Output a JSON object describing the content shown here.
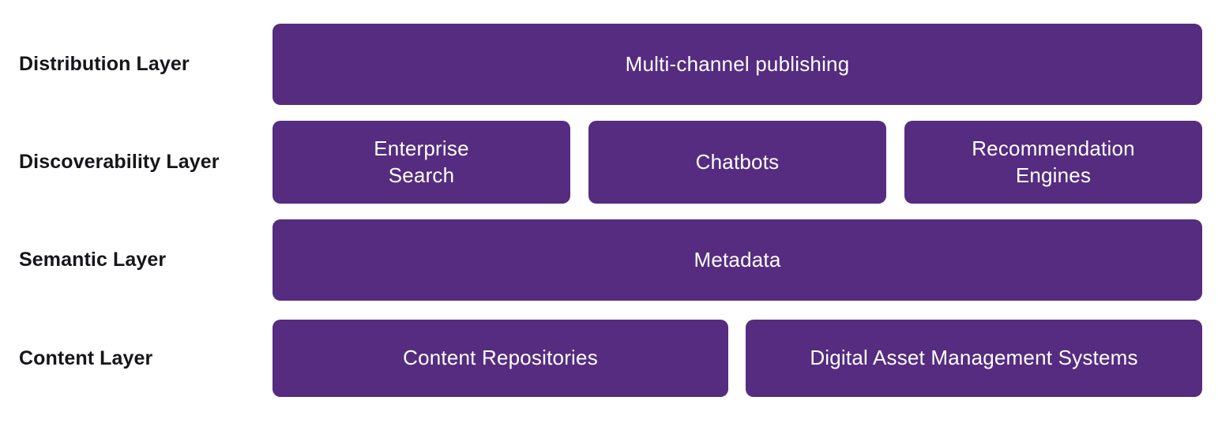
{
  "theme": {
    "background": "#ffffff",
    "box_fill": "#552c80",
    "box_text": "#ffffff",
    "label_text": "#16161a"
  },
  "layers": [
    {
      "label": "Distribution Layer",
      "boxes": [
        {
          "name": "multi-channel-publishing",
          "text": "Multi-channel publishing"
        }
      ]
    },
    {
      "label": "Discoverability Layer",
      "boxes": [
        {
          "name": "enterprise-search",
          "text": "Enterprise Search",
          "line1": "Enterprise",
          "line2": "Search"
        },
        {
          "name": "chatbots",
          "text": "Chatbots"
        },
        {
          "name": "recommendation-engines",
          "text": "Recommendation Engines",
          "line1": "Recommendation",
          "line2": "Engines"
        }
      ]
    },
    {
      "label": "Semantic Layer",
      "boxes": [
        {
          "name": "metadata",
          "text": "Metadata"
        }
      ]
    },
    {
      "label": "Content Layer",
      "boxes": [
        {
          "name": "content-repositories",
          "text": "Content Repositories"
        },
        {
          "name": "digital-asset-management-systems",
          "text": "Digital Asset Management Systems"
        }
      ]
    }
  ]
}
